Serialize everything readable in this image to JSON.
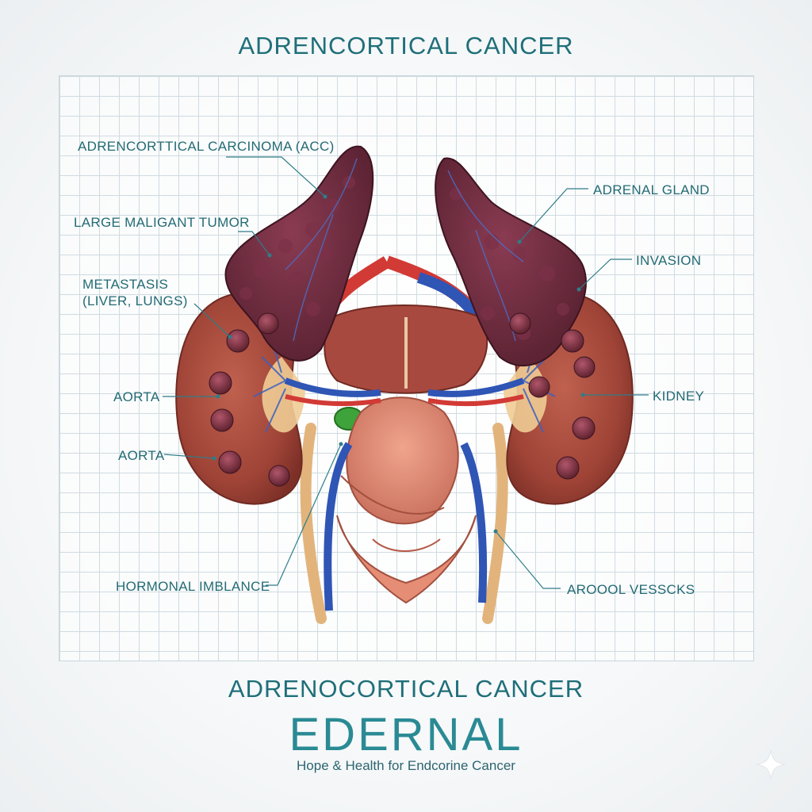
{
  "title": "ADRENCORTICAL CANCER",
  "labels": {
    "acc": "ADRENCORTTICAL CARCINOMA (ACC)",
    "tumor": "LARGE MALIGANT TUMOR",
    "metastasis_line1": "METASTASIS",
    "metastasis_line2": "(LIVER, LUNGS)",
    "aorta_upper": "AORTA",
    "aorta_lower": "AORTA",
    "hormonal": "HORMONAL IMBLANCE",
    "adrenal_gland": "ADRENAL GLAND",
    "invasion": "INVASION",
    "kidney": "KIDNEY",
    "vessels": "AROOOL VESSCKS"
  },
  "footer": {
    "subtitle": "ADRENOCORTICAL CANCER",
    "brand": "EDERNAL",
    "tagline": "Hope & Health for Endcorine Cancer"
  },
  "colors": {
    "accent_teal": "#1f6f79",
    "tumor": "#6e2a3e",
    "organ": "#a8493f",
    "artery": "#d23a35",
    "vein": "#2f55b5"
  },
  "icons": [
    "sparkle-icon"
  ]
}
